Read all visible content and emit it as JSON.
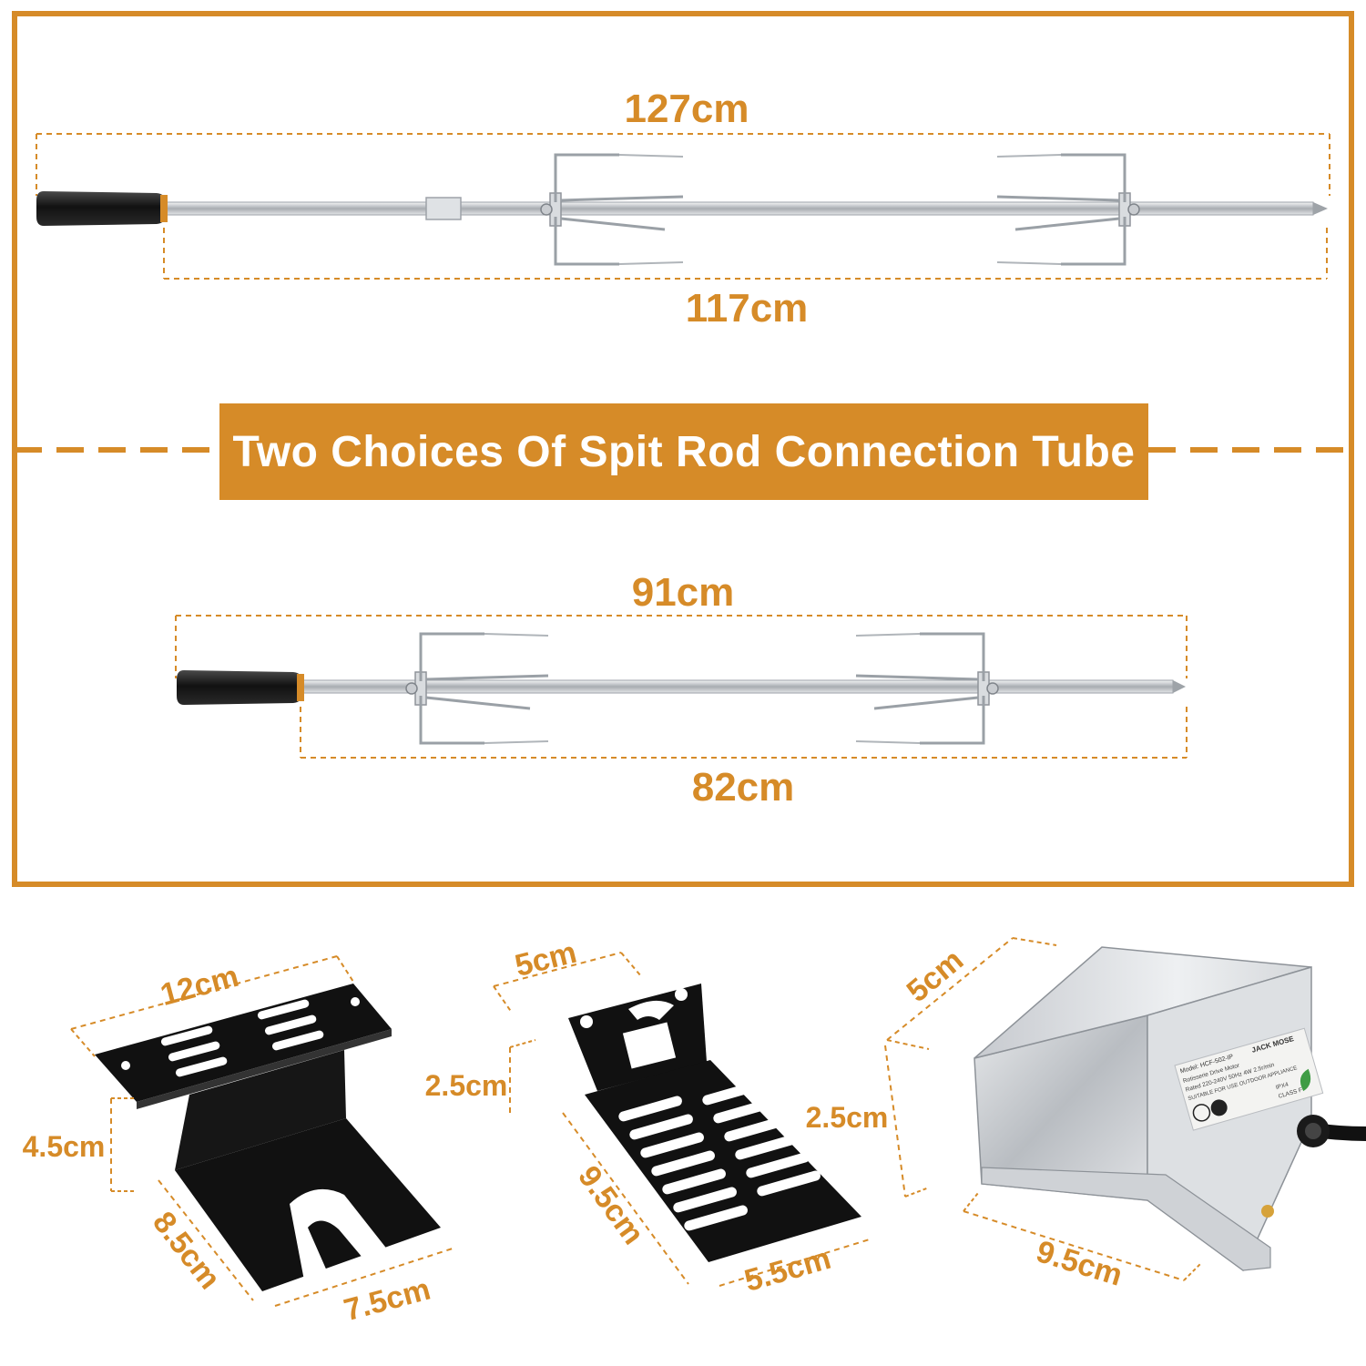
{
  "colors": {
    "accent": "#d68b28",
    "dimension_text": "#d68b28",
    "bracket_black": "#111111",
    "steel": "#c9ccd0"
  },
  "banner": {
    "text": "Two Choices Of Spit Rod Connection Tube"
  },
  "rods": {
    "long": {
      "total_length": "127cm",
      "spit_length": "117cm"
    },
    "short": {
      "total_length": "91cm",
      "spit_length": "82cm"
    }
  },
  "bracket_a": {
    "top_width": "12cm",
    "height": "4.5cm",
    "base_depth": "8.5cm",
    "base_width": "7.5cm"
  },
  "bracket_b": {
    "top_width": "5cm",
    "height": "2.5cm",
    "base_depth": "9.5cm",
    "base_width": "5.5cm"
  },
  "motor": {
    "depth": "5cm",
    "height": "2.5cm",
    "width": "9.5cm",
    "label_lines": [
      "Model: HCF-502-IP",
      "JACK MOSE",
      "Rotisserie Drive Motor",
      "Rated 220-240V 50Hz 4W 2.5r/min",
      "SUITABLE FOR USE OUTDOOR APPLIANCE",
      "IPX4",
      "CLASS F"
    ]
  }
}
